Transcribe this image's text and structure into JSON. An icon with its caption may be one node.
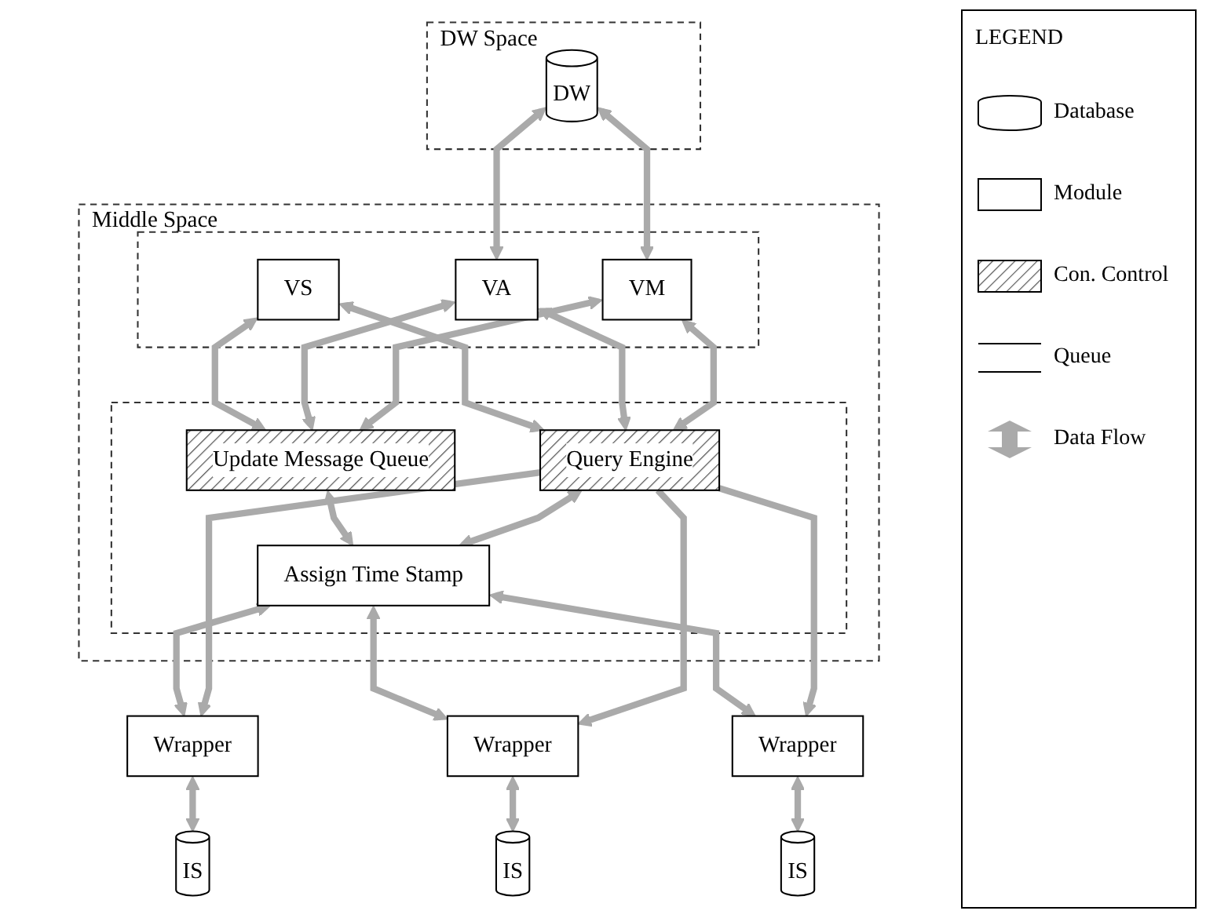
{
  "diagram": {
    "nodes": [
      {
        "text": [
          "DW Space"
        ]
      },
      {
        "text": [
          "DW"
        ],
        "in": 0
      },
      {
        "text": [
          "Middle Space"
        ]
      },
      {
        "text": [],
        "shape": "box",
        "in": 2
      },
      {
        "text": [
          "VS"
        ],
        "in": 3
      },
      {
        "text": [
          "VA"
        ],
        "in": 3
      },
      {
        "text": [
          "VM"
        ],
        "in": 3
      },
      {
        "text": [],
        "shape": "box",
        "in": 2
      },
      {
        "text": [
          "Update Message Queue"
        ],
        "in": 7
      },
      {
        "text": [
          "Query Engine"
        ],
        "in": 7
      },
      {
        "text": [
          "Assign Time Stamp"
        ],
        "in": 7
      },
      {
        "text": [
          "Wrapper"
        ]
      },
      {
        "text": [
          "Wrapper"
        ]
      },
      {
        "text": [
          "Wrapper"
        ]
      },
      {
        "text": [
          "IS"
        ]
      },
      {
        "text": [
          "IS"
        ]
      },
      {
        "text": [
          "IS"
        ]
      }
    ],
    "edges": [
      {
        "from": 1,
        "to": 5,
        "arrow": "both"
      },
      {
        "from": 1,
        "to": 6,
        "arrow": "both"
      },
      {
        "from": 4,
        "to": 8,
        "arrow": "both"
      },
      {
        "from": 4,
        "to": 9,
        "arrow": "both"
      },
      {
        "from": 5,
        "to": 8,
        "arrow": "both"
      },
      {
        "from": 5,
        "to": 9,
        "arrow": "both"
      },
      {
        "from": 6,
        "to": 8,
        "arrow": "both"
      },
      {
        "from": 6,
        "to": 9,
        "arrow": "both"
      },
      {
        "from": 8,
        "to": 10,
        "arrow": "both"
      },
      {
        "from": 9,
        "to": 10,
        "arrow": "both"
      },
      {
        "from": 10,
        "to": 11,
        "arrow": "both"
      },
      {
        "from": 10,
        "to": 12,
        "arrow": "both"
      },
      {
        "from": 10,
        "to": 13,
        "arrow": "both"
      },
      {
        "from": 9,
        "to": 11,
        "arrow": "to"
      },
      {
        "from": 9,
        "to": 12,
        "arrow": "to"
      },
      {
        "from": 9,
        "to": 13,
        "arrow": "to"
      },
      {
        "from": 11,
        "to": 14,
        "arrow": "both"
      },
      {
        "from": 12,
        "to": 15,
        "arrow": "both"
      },
      {
        "from": 13,
        "to": 16,
        "arrow": "both"
      }
    ],
    "labels": [
      "LEGEND"
    ],
    "legend": [
      {
        "text": "Database"
      },
      {
        "text": "Module"
      },
      {
        "text": "Con. Control"
      },
      {
        "text": "Queue"
      },
      {
        "text": "Data Flow"
      }
    ]
  }
}
